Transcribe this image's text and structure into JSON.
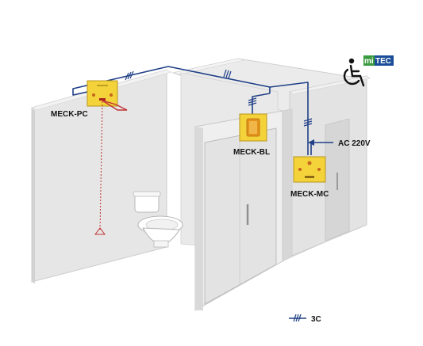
{
  "labels": {
    "meck_pc": "MECK-PC",
    "meck_bl": "MECK-BL",
    "meck_mc": "MECK-MC",
    "ac_supply": "AC 220V",
    "legend_3c": "3C"
  },
  "logo": {
    "text_mi": "mi",
    "text_tec": "TEC"
  },
  "icons": {
    "accessibility": "wheelchair-icon",
    "toilet": "toilet-icon",
    "pull_cord": "pull-cord-icon"
  },
  "colors": {
    "wire": "#1f3f86",
    "device": "#f3d23a",
    "pull_cord": "#c03434",
    "logo_green": "#3a9a3e",
    "logo_blue": "#1a4c97",
    "wall_front": "#e7e7e7",
    "wall_side": "#dcdcdc",
    "wall_top": "#f0f0f0"
  }
}
